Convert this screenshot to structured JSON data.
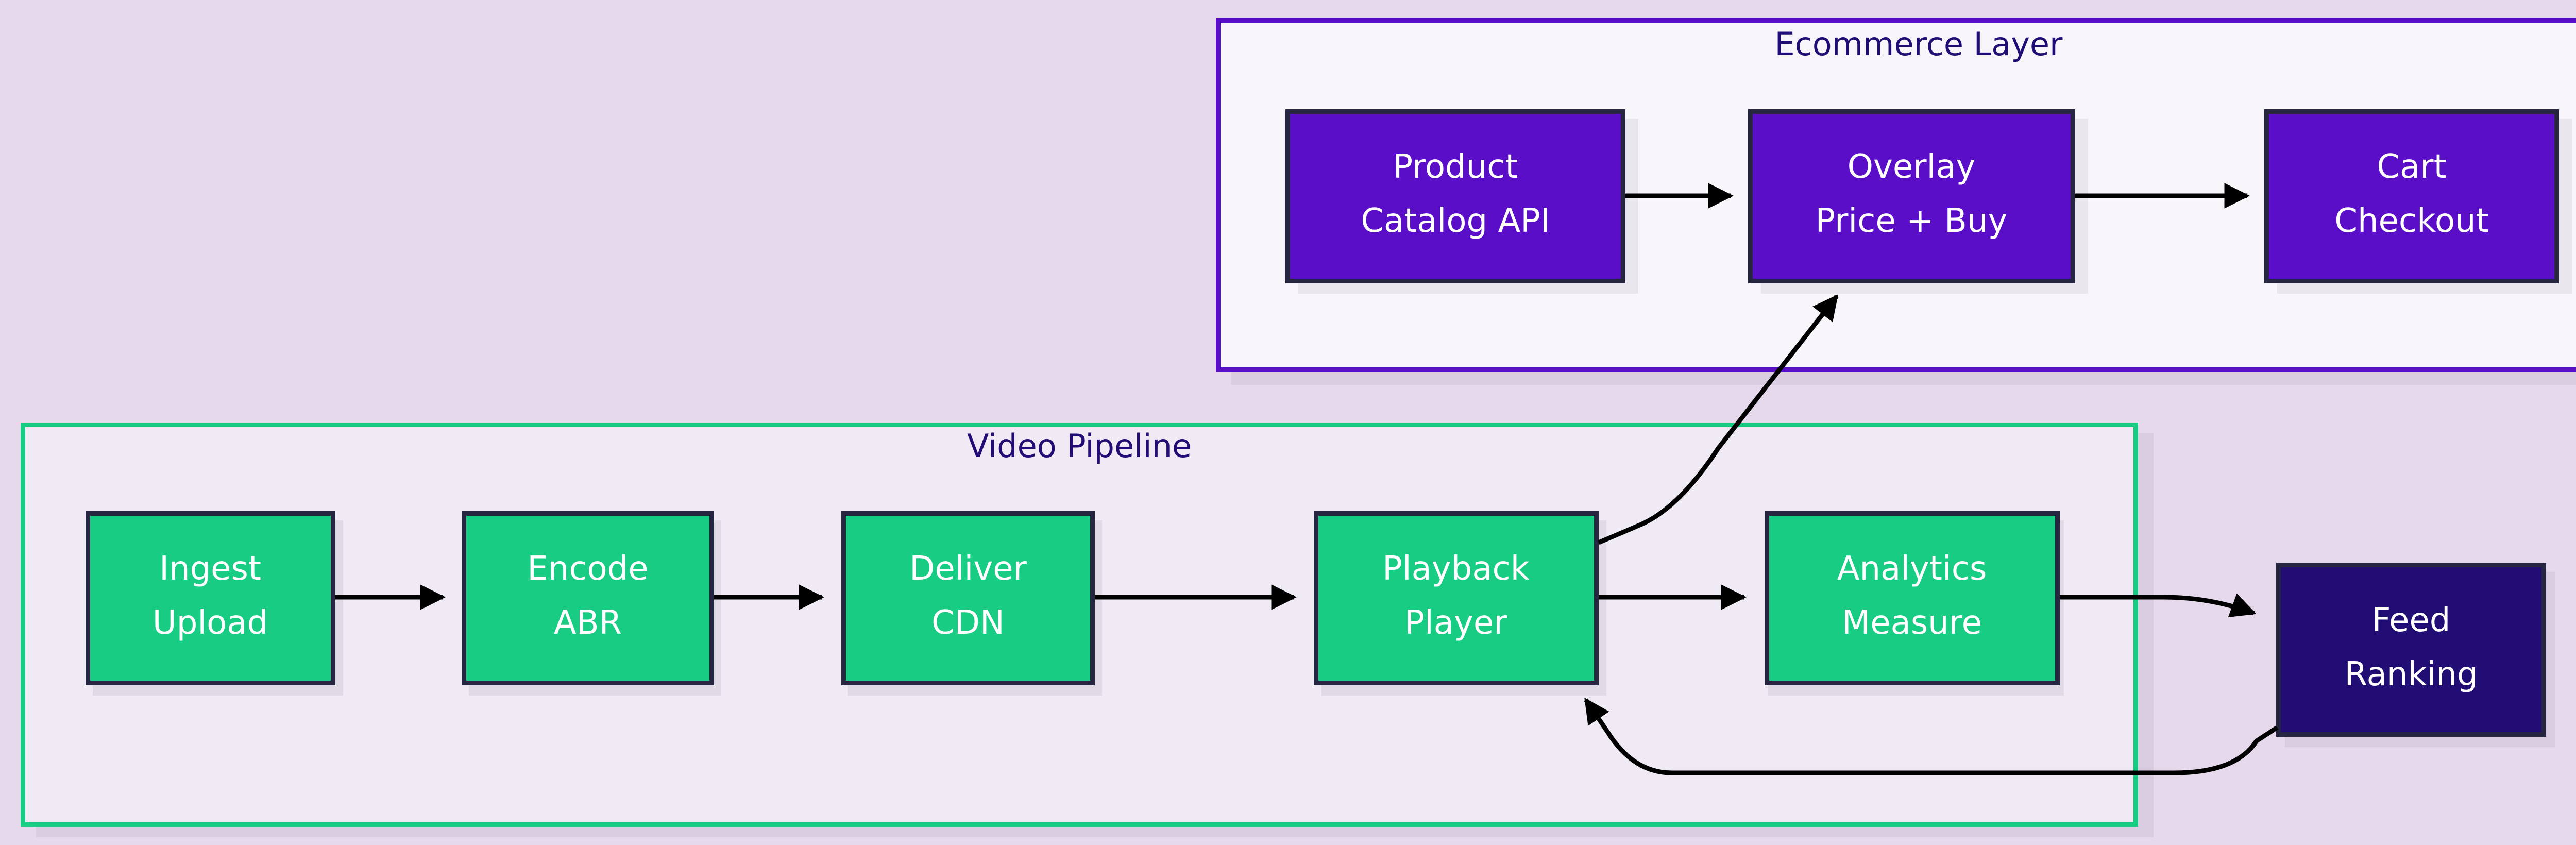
{
  "colors": {
    "background": "#E7D9EC",
    "video_cluster_border": "#18CC84",
    "video_cluster_fill": "#F0EAF5",
    "ecommerce_cluster_border": "#5B0EC8",
    "ecommerce_cluster_fill": "#F8F6FB",
    "video_node_fill": "#18CC84",
    "ecommerce_node_fill": "#5B0EC8",
    "feed_node_fill": "#210D74",
    "node_border": "#262640",
    "cluster_title": "#210D74",
    "node_text": "#FFFFFF",
    "edge": "#000000"
  },
  "clusters": {
    "ecommerce": {
      "title": "Ecommerce Layer"
    },
    "video": {
      "title": "Video Pipeline"
    }
  },
  "nodes": {
    "product": {
      "line1": "Product",
      "line2": "Catalog API"
    },
    "overlay": {
      "line1": "Overlay",
      "line2": "Price + Buy"
    },
    "cart": {
      "line1": "Cart",
      "line2": "Checkout"
    },
    "ingest": {
      "line1": "Ingest",
      "line2": "Upload"
    },
    "encode": {
      "line1": "Encode",
      "line2": "ABR"
    },
    "deliver": {
      "line1": "Deliver",
      "line2": "CDN"
    },
    "playback": {
      "line1": "Playback",
      "line2": "Player"
    },
    "analytics": {
      "line1": "Analytics",
      "line2": "Measure"
    },
    "feed": {
      "line1": "Feed",
      "line2": "Ranking"
    }
  },
  "edges": [
    {
      "from": "ingest",
      "to": "encode"
    },
    {
      "from": "encode",
      "to": "deliver"
    },
    {
      "from": "deliver",
      "to": "playback"
    },
    {
      "from": "playback",
      "to": "analytics"
    },
    {
      "from": "analytics",
      "to": "feed"
    },
    {
      "from": "feed",
      "to": "playback"
    },
    {
      "from": "playback",
      "to": "overlay"
    },
    {
      "from": "product",
      "to": "overlay"
    },
    {
      "from": "overlay",
      "to": "cart"
    }
  ]
}
